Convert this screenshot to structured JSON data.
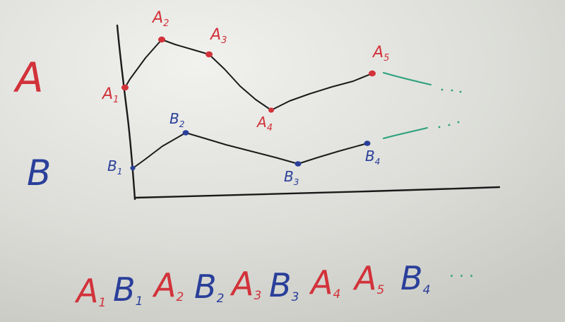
{
  "colors": {
    "red": "#d2323a",
    "blue": "#2a3f9a",
    "green": "#2aa07c",
    "black": "#1a1a1a",
    "board": "#dcddd8"
  },
  "labels": {
    "row_a": "A",
    "row_b": "B"
  },
  "points_a": [
    {
      "base": "A",
      "sub": "1"
    },
    {
      "base": "A",
      "sub": "2"
    },
    {
      "base": "A",
      "sub": "3"
    },
    {
      "base": "A",
      "sub": "4"
    },
    {
      "base": "A",
      "sub": "5"
    }
  ],
  "points_b": [
    {
      "base": "B",
      "sub": "1"
    },
    {
      "base": "B",
      "sub": "2"
    },
    {
      "base": "B",
      "sub": "3"
    },
    {
      "base": "B",
      "sub": "4"
    }
  ],
  "continuation": "...",
  "sequence": [
    {
      "base": "A",
      "sub": "1",
      "series": "a"
    },
    {
      "base": "B",
      "sub": "1",
      "series": "b"
    },
    {
      "base": "A",
      "sub": "2",
      "series": "a"
    },
    {
      "base": "B",
      "sub": "2",
      "series": "b"
    },
    {
      "base": "A",
      "sub": "3",
      "series": "a"
    },
    {
      "base": "B",
      "sub": "3",
      "series": "b"
    },
    {
      "base": "A",
      "sub": "4",
      "series": "a"
    },
    {
      "base": "A",
      "sub": "5",
      "series": "a"
    },
    {
      "base": "B",
      "sub": "4",
      "series": "b"
    }
  ],
  "sequence_tail": ". . ."
}
